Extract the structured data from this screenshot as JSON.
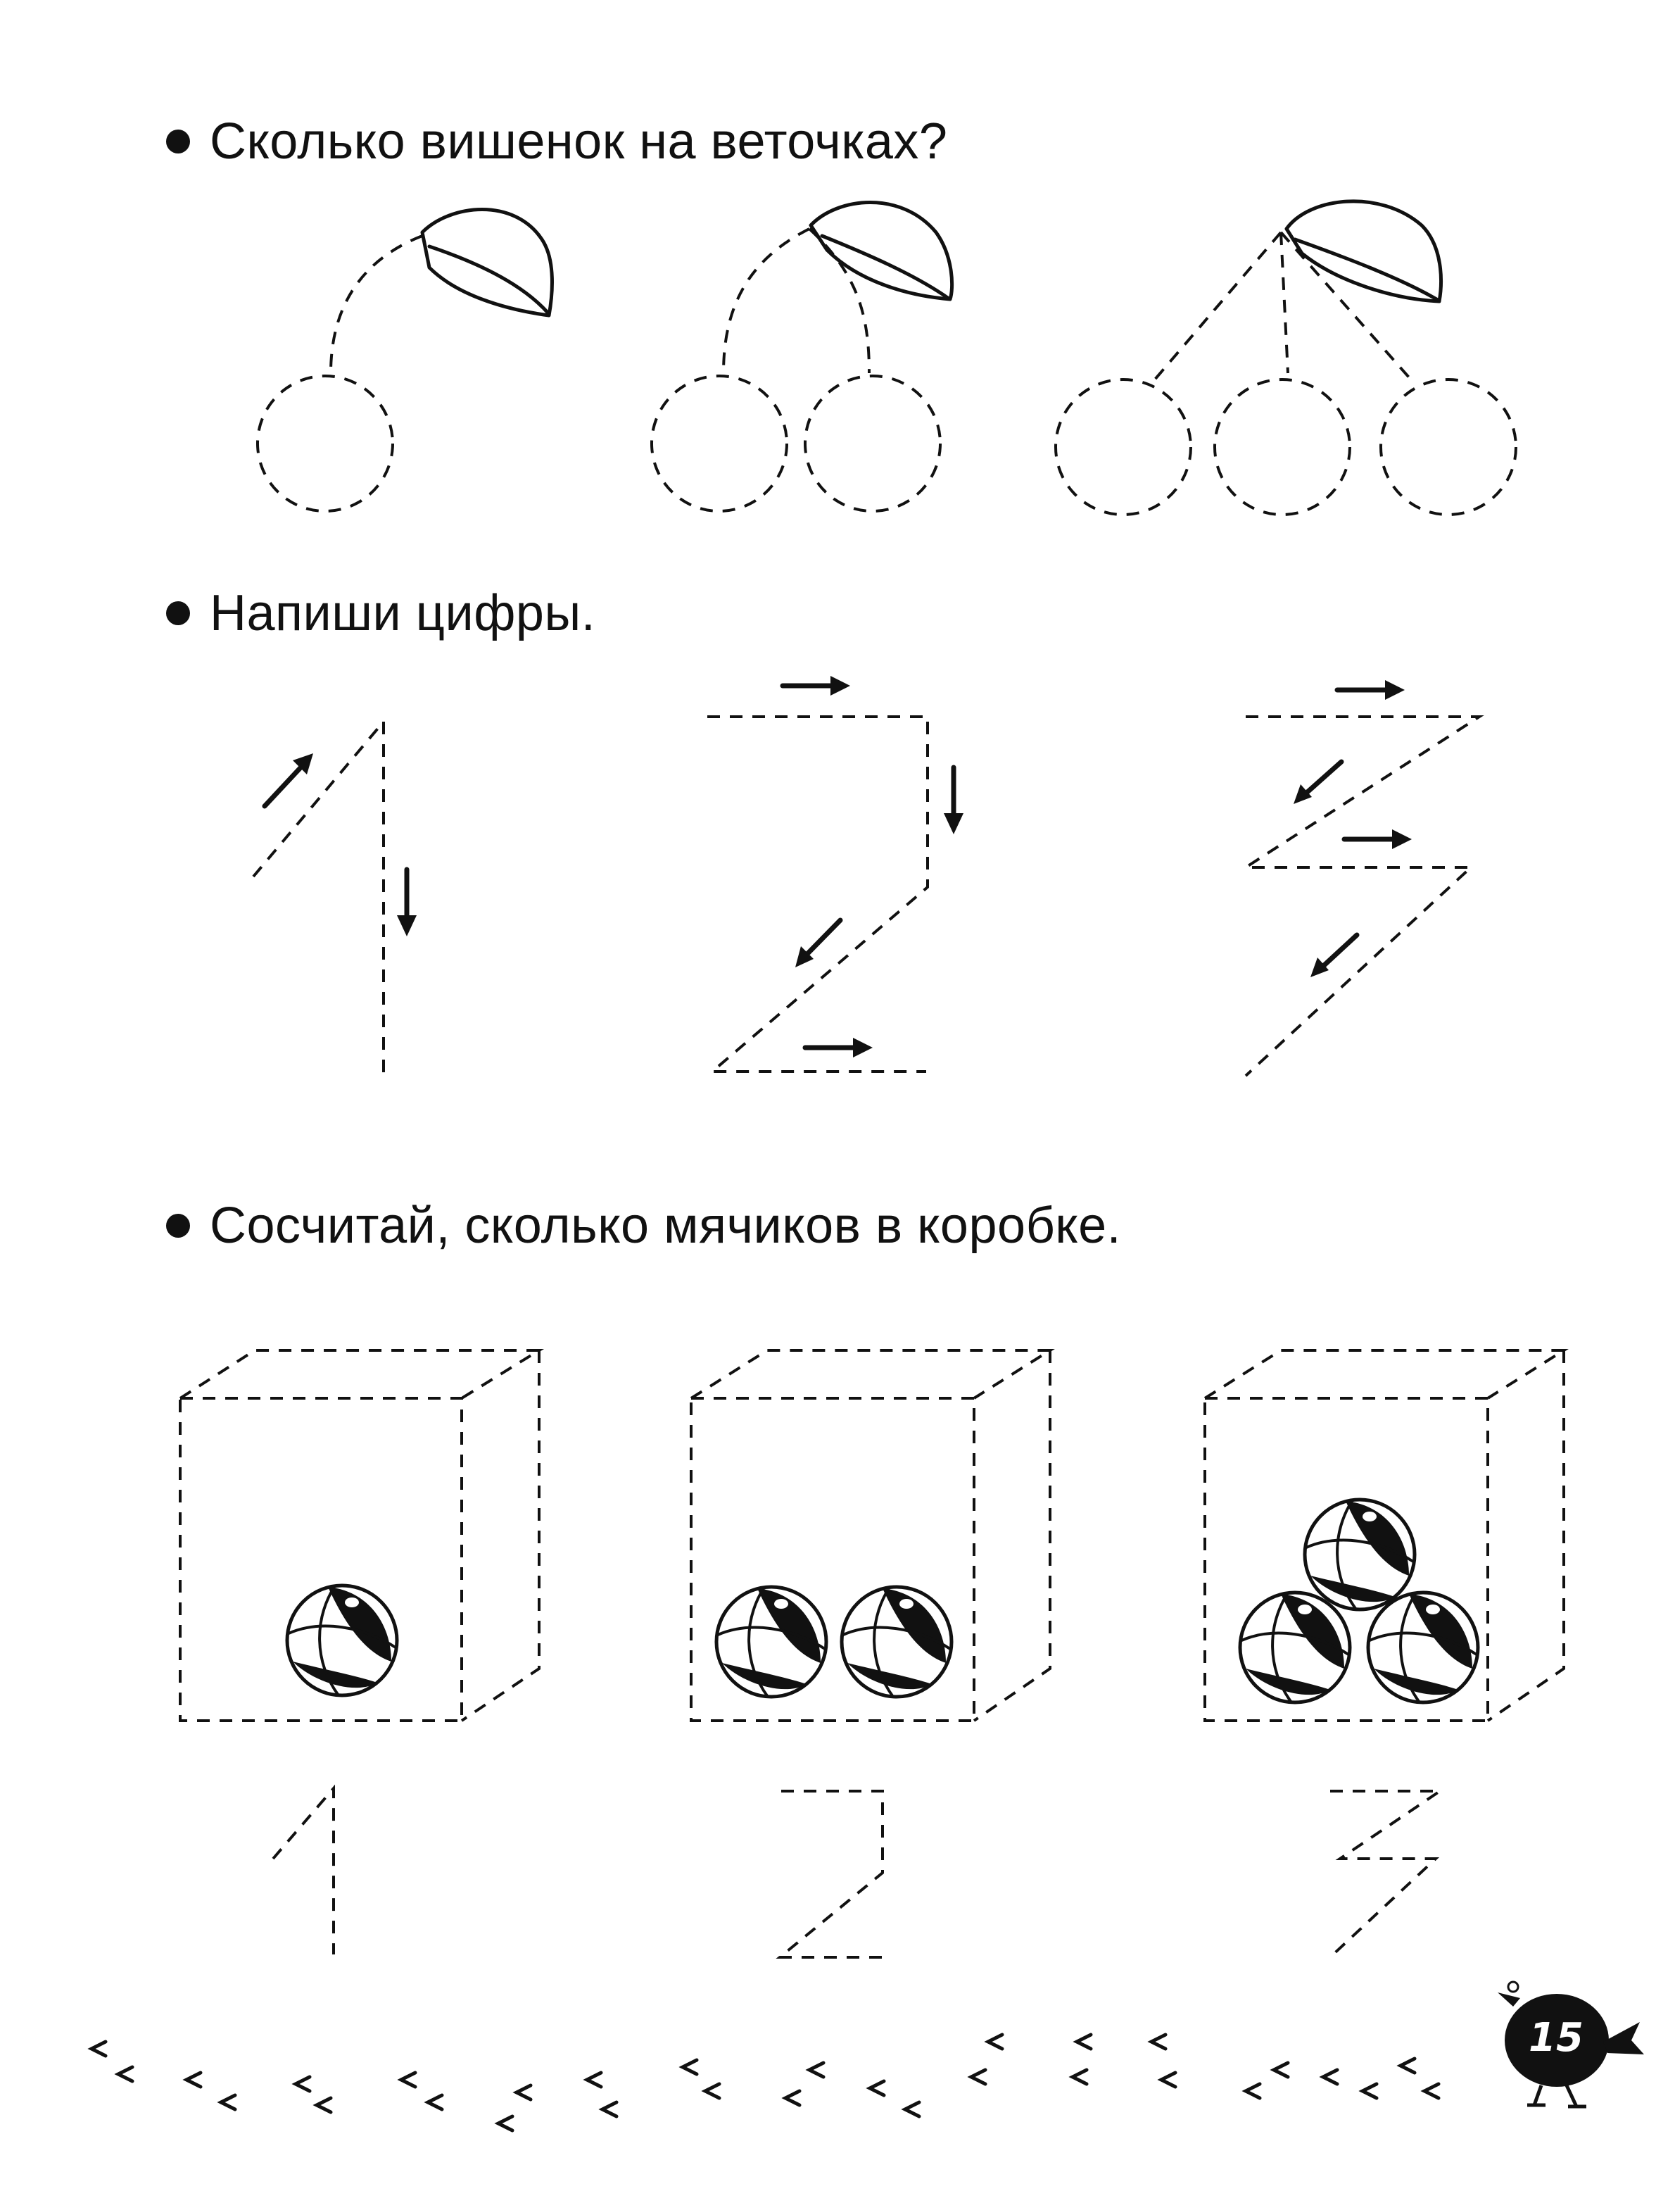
{
  "tasks": [
    {
      "text": "Сколько вишенок на веточках?"
    },
    {
      "text": "Напиши цифры."
    },
    {
      "text": "Сосчитай, сколько мячиков в коробке."
    }
  ],
  "cherries": {
    "groups": [
      {
        "count": 1
      },
      {
        "count": 2
      },
      {
        "count": 3
      }
    ]
  },
  "digits": [
    "1",
    "2",
    "3"
  ],
  "boxes": [
    {
      "balls": 1
    },
    {
      "balls": 2
    },
    {
      "balls": 3
    }
  ],
  "answer_digits": [
    "1",
    "2",
    "3"
  ],
  "footer": {
    "page_number": "15",
    "decoration": "bird-icon"
  }
}
